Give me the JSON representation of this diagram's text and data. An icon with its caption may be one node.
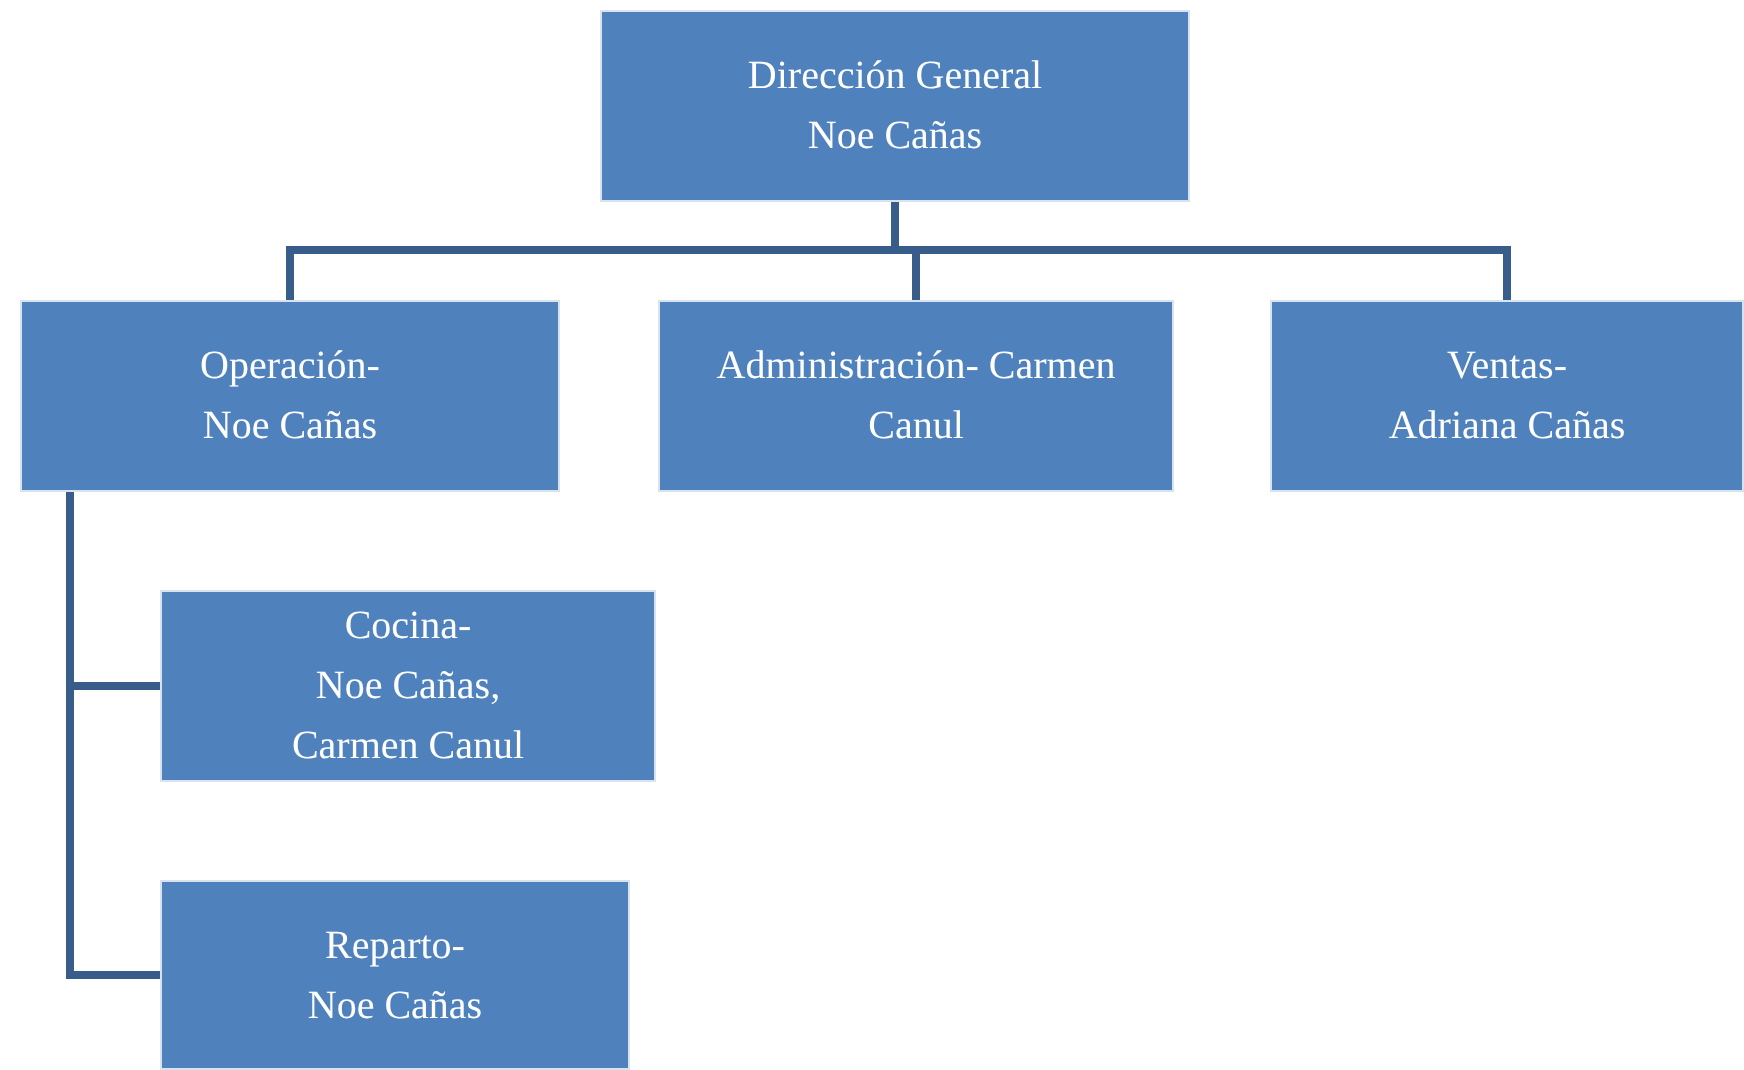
{
  "diagram": {
    "nodes": [
      {
        "text": [
          "Dirección General",
          "Noe Cañas"
        ]
      },
      {
        "text": [
          "Operación-",
          "Noe Cañas"
        ]
      },
      {
        "text": [
          "Administración- Carmen Canul"
        ]
      },
      {
        "text": [
          "Ventas-",
          "Adriana Cañas"
        ]
      },
      {
        "text": [
          "Cocina-",
          "Noe Cañas, Carmen Canul"
        ]
      },
      {
        "text": [
          "Reparto-",
          "Noe Cañas"
        ]
      }
    ],
    "edges": [
      {
        "from": 0,
        "to": 1,
        "arrow": "none"
      },
      {
        "from": 0,
        "to": 2,
        "arrow": "none"
      },
      {
        "from": 0,
        "to": 3,
        "arrow": "none"
      },
      {
        "from": 1,
        "to": 4,
        "arrow": "none"
      },
      {
        "from": 1,
        "to": 5,
        "arrow": "none"
      }
    ]
  }
}
